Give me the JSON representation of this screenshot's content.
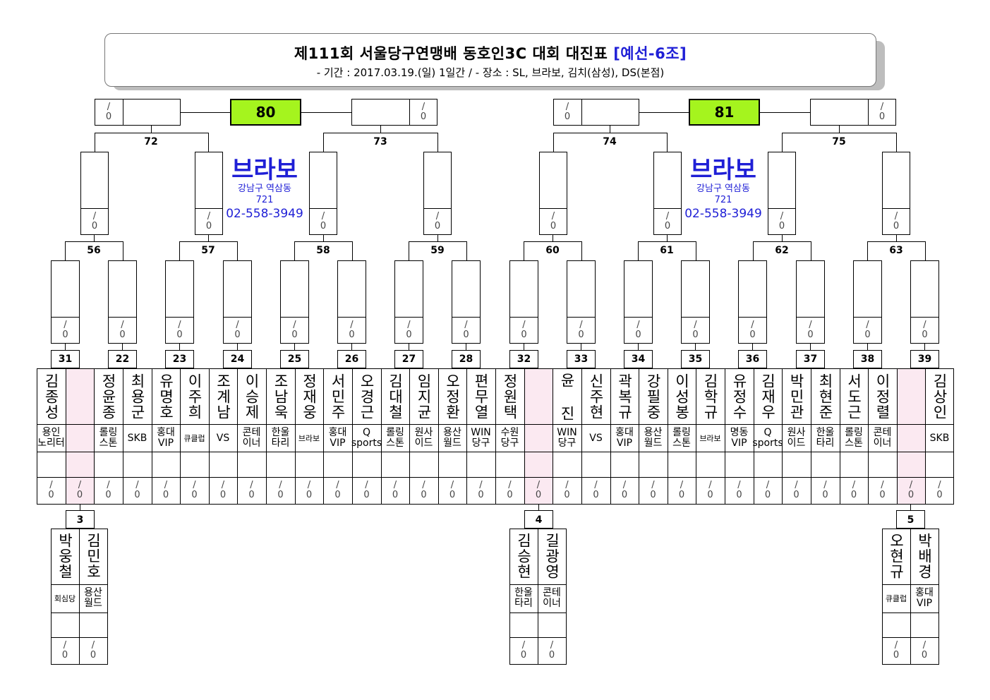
{
  "header": {
    "title_main": "제111회 서울당구연맹배 동호인3C 대회 대진표",
    "title_group": "[예선-6조]",
    "subtitle": "- 기간 : 2017.03.19.(일) 1일간 / - 장소 : SL, 브라보, 김치(삼성), DS(본점)"
  },
  "empty_score": {
    "top": "/",
    "bottom": "0"
  },
  "finals": [
    "80",
    "81"
  ],
  "semis": [
    "72",
    "73",
    "74",
    "75"
  ],
  "quarters": [
    "56",
    "57",
    "58",
    "59",
    "60",
    "61",
    "62",
    "63"
  ],
  "venue": {
    "name": "브라보",
    "address1": "강남구 역삼동",
    "address2": "721",
    "phone": "02-558-3949"
  },
  "slots": [
    {
      "match": "31",
      "p1": "김종성",
      "c1": "용인\n노리터",
      "p2": "",
      "c2": ""
    },
    {
      "match": "22",
      "p1": "정윤종",
      "c1": "롤링\n스톤",
      "p2": "최용군",
      "c2": "SKB"
    },
    {
      "match": "23",
      "p1": "유명호",
      "c1": "홍대\nVIP",
      "p2": "이주희",
      "c2": "큐클럽"
    },
    {
      "match": "24",
      "p1": "조계남",
      "c1": "VS",
      "p2": "이승제",
      "c2": "콘테\n이너"
    },
    {
      "match": "25",
      "p1": "조남욱",
      "c1": "한울\n타리",
      "p2": "정재웅",
      "c2": "브라보"
    },
    {
      "match": "26",
      "p1": "서민주",
      "c1": "홍대\nVIP",
      "p2": "오경근",
      "c2": "Q\nsports"
    },
    {
      "match": "27",
      "p1": "김대철",
      "c1": "롤링\n스톤",
      "p2": "임지균",
      "c2": "원사\n이드"
    },
    {
      "match": "28",
      "p1": "오정환",
      "c1": "용산\n월드",
      "p2": "편무열",
      "c2": "WIN\n당구"
    },
    {
      "match": "32",
      "p1": "정원택",
      "c1": "수원\n당구",
      "p2": "",
      "c2": ""
    },
    {
      "match": "33",
      "p1": "윤 진",
      "c1": "WIN\n당구",
      "p2": "신주현",
      "c2": "VS"
    },
    {
      "match": "34",
      "p1": "곽복규",
      "c1": "홍대\nVIP",
      "p2": "강필중",
      "c2": "용산\n월드"
    },
    {
      "match": "35",
      "p1": "이성봉",
      "c1": "롤링\n스톤",
      "p2": "김학규",
      "c2": "브라보"
    },
    {
      "match": "36",
      "p1": "유정수",
      "c1": "명동\nVIP",
      "p2": "김재우",
      "c2": "Q\nsports"
    },
    {
      "match": "37",
      "p1": "박민관",
      "c1": "원사\n이드",
      "p2": "최현준",
      "c2": "한울\n타리"
    },
    {
      "match": "38",
      "p1": "서도근",
      "c1": "롤링\n스톤",
      "p2": "이정렬",
      "c2": "콘테\n이너"
    },
    {
      "match": "39",
      "p1": "",
      "c1": "",
      "p2": "김상인",
      "c2": "SKB"
    }
  ],
  "prelims": [
    {
      "match": "3",
      "p1": "박웅철",
      "c1": "회심당",
      "p2": "김민호",
      "c2": "용산\n월드"
    },
    {
      "match": "4",
      "p1": "김승현",
      "c1": "한울\n타리",
      "p2": "길광영",
      "c2": "콘테\n이너"
    },
    {
      "match": "5",
      "p1": "오현규",
      "c1": "큐클럽",
      "p2": "박배경",
      "c2": "홍대\nVIP"
    }
  ]
}
